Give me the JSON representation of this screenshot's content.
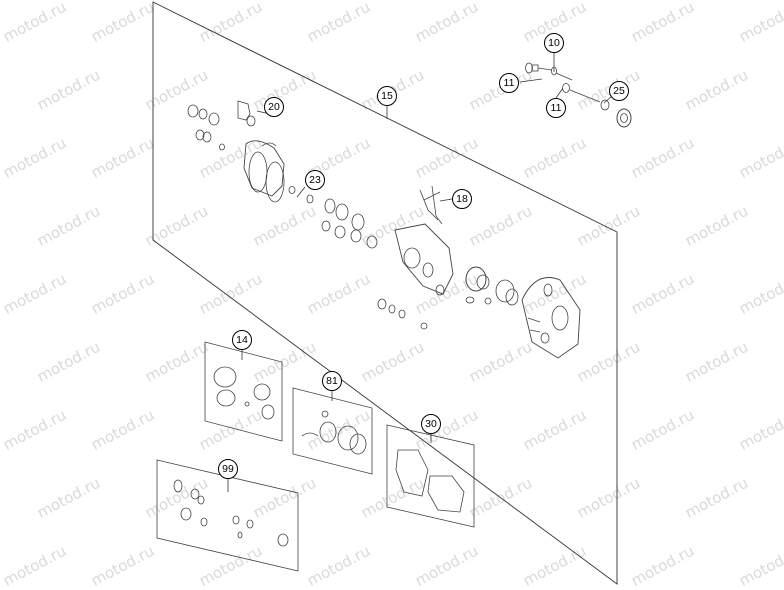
{
  "watermark": {
    "text": "motod.ru",
    "color": "#d9d9d9"
  },
  "callouts": [
    {
      "id": "c10",
      "label": "10",
      "name": "callout-10"
    },
    {
      "id": "c11a",
      "label": "11",
      "name": "callout-11-left"
    },
    {
      "id": "c11b",
      "label": "11",
      "name": "callout-11-right"
    },
    {
      "id": "c25",
      "label": "25",
      "name": "callout-25"
    },
    {
      "id": "c15",
      "label": "15",
      "name": "callout-15"
    },
    {
      "id": "c20",
      "label": "20",
      "name": "callout-20"
    },
    {
      "id": "c23",
      "label": "23",
      "name": "callout-23"
    },
    {
      "id": "c18",
      "label": "18",
      "name": "callout-18"
    },
    {
      "id": "c14",
      "label": "14",
      "name": "callout-14"
    },
    {
      "id": "c81",
      "label": "81",
      "name": "callout-81"
    },
    {
      "id": "c30",
      "label": "30",
      "name": "callout-30"
    },
    {
      "id": "c99",
      "label": "99",
      "name": "callout-99"
    }
  ]
}
